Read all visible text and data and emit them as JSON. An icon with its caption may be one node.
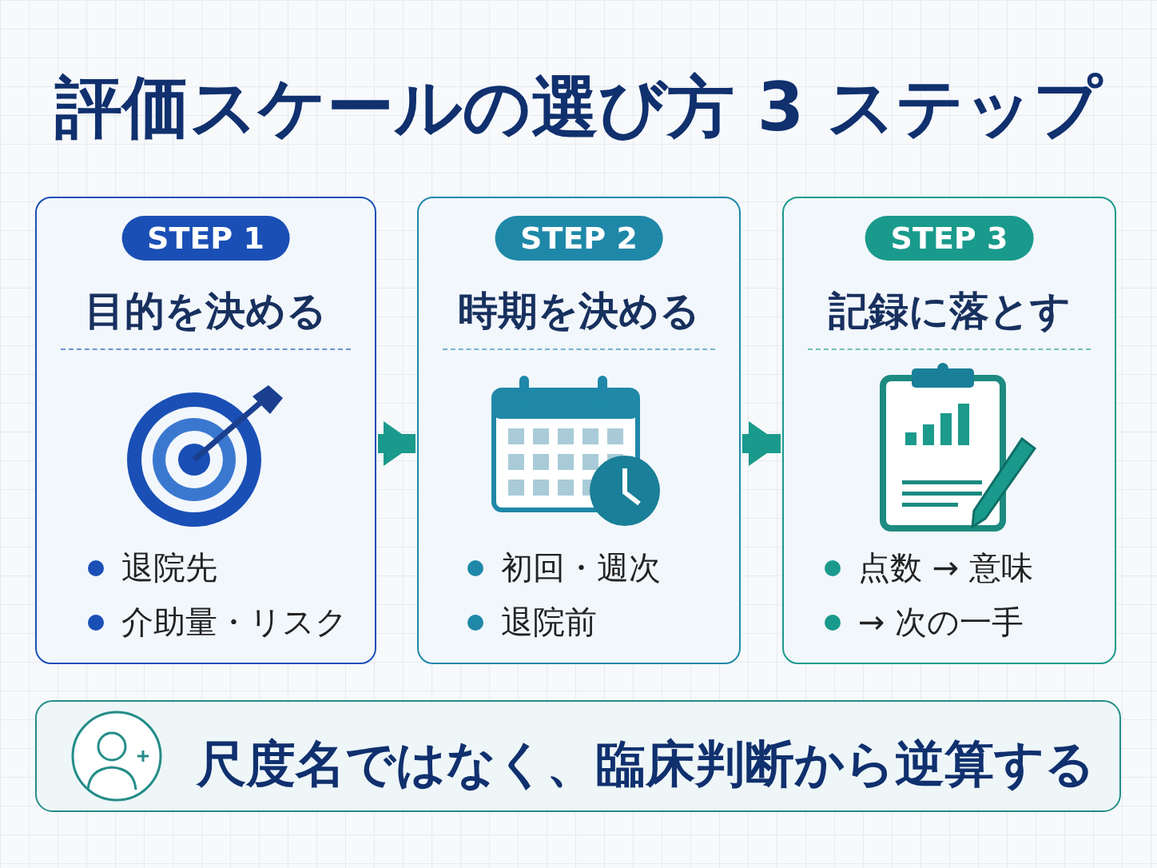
{
  "diagram": {
    "title": "評価スケールの選び方 3 ステップ",
    "nodes": [
      {
        "text": [
          "STEP 1",
          "目的を決める",
          "退院先",
          "介助量・リスク"
        ]
      },
      {
        "text": [
          "STEP 2",
          "時期を決める",
          "初回・週次",
          "退院前"
        ]
      },
      {
        "text": [
          "STEP 3",
          "記録に落とす",
          "点数 → 意味",
          "→ 次の一手"
        ]
      },
      {
        "text": [
          "尺度名ではなく、臨床判断から逆算する"
        ]
      }
    ],
    "edges": [
      {
        "from": 0,
        "to": 1,
        "arrow": "to"
      },
      {
        "from": 1,
        "to": 2,
        "arrow": "to"
      }
    ]
  }
}
